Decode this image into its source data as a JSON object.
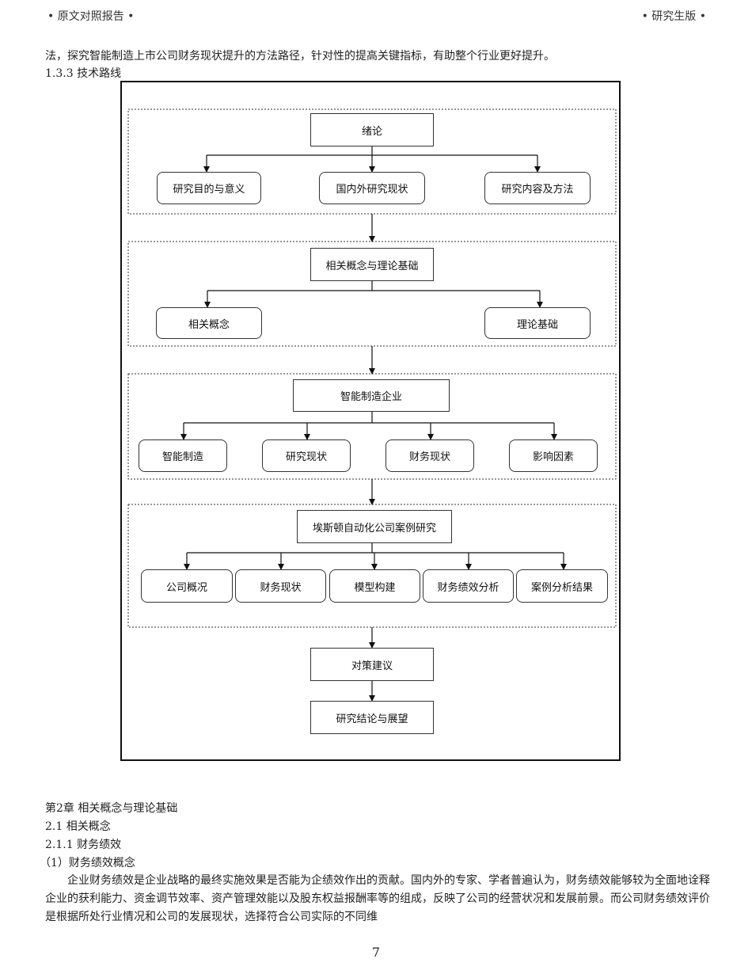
{
  "header": {
    "left": "• 原文对照报告 •",
    "right": "• 研究生版 •"
  },
  "intro_line": "法，探究智能制造上市公司财务现状提升的方法路径，针对性的提高关键指标，有助整个行业更好提升。",
  "section_1_3_3": "1.3.3 技术路线",
  "flowchart": {
    "g1": {
      "title": "绪论",
      "items": [
        "研究目的与意义",
        "国内外研究现状",
        "研究内容及方法"
      ]
    },
    "g2": {
      "title": "相关概念与理论基础",
      "items": [
        "相关概念",
        "理论基础"
      ]
    },
    "g3": {
      "title": "智能制造企业",
      "items": [
        "智能制造",
        "研究现状",
        "财务现状",
        "影响因素"
      ]
    },
    "g4": {
      "title": "埃斯顿自动化公司案例研究",
      "items": [
        "公司概况",
        "财务现状",
        "模型构建",
        "财务绩效分析",
        "案例分析结果"
      ]
    },
    "final": [
      "对策建议",
      "研究结论与展望"
    ]
  },
  "chapter2": "第2章 相关概念与理论基础",
  "sec_2_1": "2.1 相关概念",
  "sec_2_1_1": "2.1.1 财务绩效",
  "sub_1": "（1）财务绩效概念",
  "paragraph": "企业财务绩效是企业战略的最终实施效果是否能为企绩效作出的贡献。国内外的专家、学者普遍认为，财务绩效能够较为全面地诠释企业的获利能力、资金调节效率、资产管理效能以及股东权益报酬率等的组成，反映了公司的经营状况和发展前景。而公司财务绩效评价是根据所处行业情况和公司的发展现状，选择符合公司实际的不同维",
  "page_number": "7"
}
